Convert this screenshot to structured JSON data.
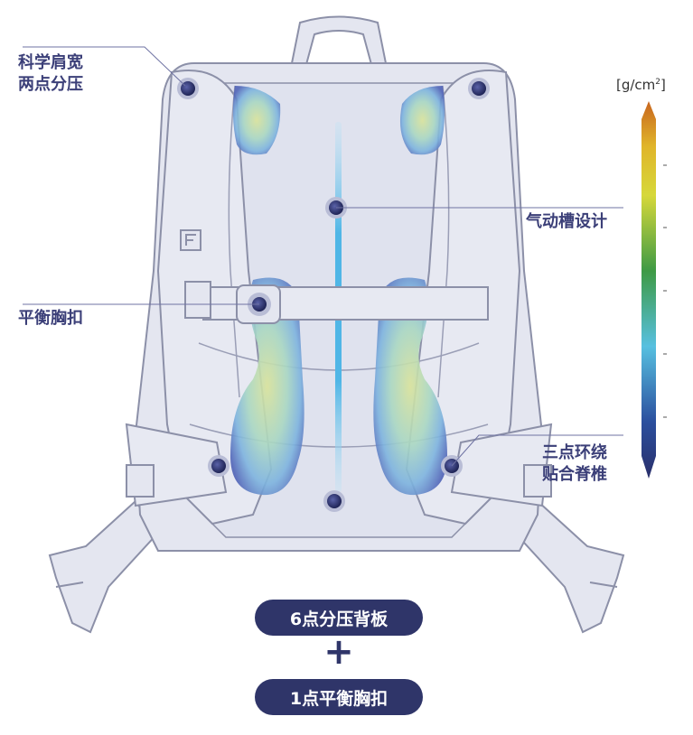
{
  "labels": {
    "shoulder_line1": "科学肩宽",
    "shoulder_line2": "两点分压",
    "air_channel": "气动槽设计",
    "chest_buckle": "平衡胸扣",
    "spine_line1": "三点环绕",
    "spine_line2": "贴合脊椎"
  },
  "scale": {
    "unit_prefix": "[g/cm",
    "unit_sup": "2",
    "unit_suffix": "]",
    "gradient_colors": [
      "#c8651e",
      "#e0b52a",
      "#d6d83a",
      "#3e9a45",
      "#57c0e0",
      "#2b4f9e",
      "#2a2f6a"
    ]
  },
  "badges": {
    "backplate": "6点分压背板",
    "plus": "+",
    "chest": "1点平衡胸扣"
  },
  "colors": {
    "outline": "#8c90a8",
    "pack_fill": "#e4e6f0",
    "navy": "#2f3569",
    "label": "#3b3f78"
  }
}
